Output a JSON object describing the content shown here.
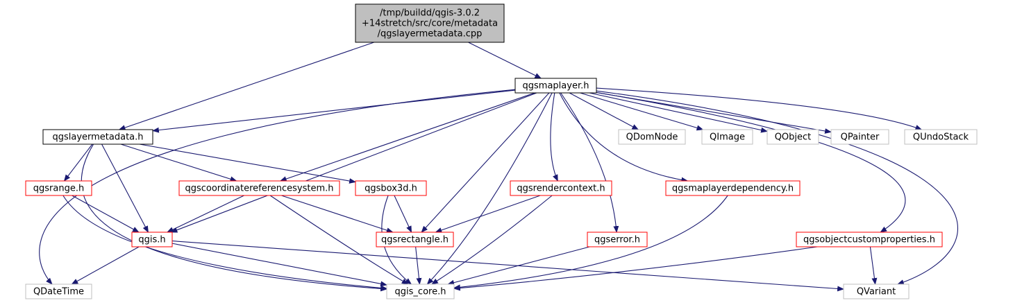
{
  "colors": {
    "edge": "#191970",
    "root_fill": "#bfbfbf",
    "root_stroke": "#000000",
    "black_stroke": "#000000",
    "red_stroke": "#ff0000",
    "gray_stroke": "#bfbfbf",
    "text": "#000000",
    "gray_text": "#000000"
  },
  "nodes": [
    {
      "id": "root",
      "style": "root",
      "lines": [
        "/tmp/buildd/qgis-3.0.2",
        "+14stretch/src/core/metadata",
        "/qgslayermetadata.cpp"
      ]
    },
    {
      "id": "qgsmaplayer",
      "style": "black",
      "lines": [
        "qgsmaplayer.h"
      ]
    },
    {
      "id": "qgslayermetadata",
      "style": "black",
      "lines": [
        "qgslayermetadata.h"
      ]
    },
    {
      "id": "qdomnode",
      "style": "gray",
      "lines": [
        "QDomNode"
      ]
    },
    {
      "id": "qimage",
      "style": "gray",
      "lines": [
        "QImage"
      ]
    },
    {
      "id": "qobject",
      "style": "gray",
      "lines": [
        "QObject"
      ]
    },
    {
      "id": "qpainter",
      "style": "gray",
      "lines": [
        "QPainter"
      ]
    },
    {
      "id": "qundostack",
      "style": "gray",
      "lines": [
        "QUndoStack"
      ]
    },
    {
      "id": "qgsrange",
      "style": "red",
      "lines": [
        "qgsrange.h"
      ]
    },
    {
      "id": "qgscrs",
      "style": "red",
      "lines": [
        "qgscoordinatereferencesystem.h"
      ]
    },
    {
      "id": "qgsbox3d",
      "style": "red",
      "lines": [
        "qgsbox3d.h"
      ]
    },
    {
      "id": "qgsrendercontext",
      "style": "red",
      "lines": [
        "qgsrendercontext.h"
      ]
    },
    {
      "id": "qgsmaplayerdependency",
      "style": "red",
      "lines": [
        "qgsmaplayerdependency.h"
      ]
    },
    {
      "id": "qgis",
      "style": "red",
      "lines": [
        "qgis.h"
      ]
    },
    {
      "id": "qgsrectangle",
      "style": "red",
      "lines": [
        "qgsrectangle.h"
      ]
    },
    {
      "id": "qgserror",
      "style": "red",
      "lines": [
        "qgserror.h"
      ]
    },
    {
      "id": "qgsobjectcustomproperties",
      "style": "red",
      "lines": [
        "qgsobjectcustomproperties.h"
      ]
    },
    {
      "id": "qdatetime",
      "style": "gray",
      "lines": [
        "QDateTime"
      ]
    },
    {
      "id": "qgis_core",
      "style": "gray",
      "lines": [
        "qgis_core.h"
      ]
    },
    {
      "id": "qvariant",
      "style": "gray",
      "lines": [
        "QVariant"
      ]
    }
  ],
  "edges": [
    [
      "root",
      "qgsmaplayer"
    ],
    [
      "root",
      "qgslayermetadata"
    ],
    [
      "qgsmaplayer",
      "qgslayermetadata"
    ],
    [
      "qgsmaplayer",
      "qdomnode"
    ],
    [
      "qgsmaplayer",
      "qimage"
    ],
    [
      "qgsmaplayer",
      "qobject"
    ],
    [
      "qgsmaplayer",
      "qpainter"
    ],
    [
      "qgsmaplayer",
      "qundostack"
    ],
    [
      "qgsmaplayer",
      "qgscrs"
    ],
    [
      "qgsmaplayer",
      "qgis"
    ],
    [
      "qgsmaplayer",
      "qgsrectangle"
    ],
    [
      "qgsmaplayer",
      "qgsrendercontext"
    ],
    [
      "qgsmaplayer",
      "qgsmaplayerdependency"
    ],
    [
      "qgsmaplayer",
      "qgserror"
    ],
    [
      "qgsmaplayer",
      "qgsobjectcustomproperties"
    ],
    [
      "qgsmaplayer",
      "qgis_core"
    ],
    [
      "qgsmaplayer",
      "qdatetime"
    ],
    [
      "qgsmaplayer",
      "qvariant"
    ],
    [
      "qgslayermetadata",
      "qgsrange"
    ],
    [
      "qgslayermetadata",
      "qgscrs"
    ],
    [
      "qgslayermetadata",
      "qgsbox3d"
    ],
    [
      "qgslayermetadata",
      "qgis"
    ],
    [
      "qgslayermetadata",
      "qgis_core"
    ],
    [
      "qgsrange",
      "qgis"
    ],
    [
      "qgsrange",
      "qgis_core"
    ],
    [
      "qgscrs",
      "qgis"
    ],
    [
      "qgscrs",
      "qgsrectangle"
    ],
    [
      "qgscrs",
      "qgis_core"
    ],
    [
      "qgsbox3d",
      "qgsrectangle"
    ],
    [
      "qgsbox3d",
      "qgis_core"
    ],
    [
      "qgsrendercontext",
      "qgsrectangle"
    ],
    [
      "qgsrendercontext",
      "qgis_core"
    ],
    [
      "qgsmaplayerdependency",
      "qgis_core"
    ],
    [
      "qgis",
      "qdatetime"
    ],
    [
      "qgis",
      "qgis_core"
    ],
    [
      "qgis",
      "qvariant"
    ],
    [
      "qgsrectangle",
      "qgis_core"
    ],
    [
      "qgserror",
      "qgis_core"
    ],
    [
      "qgsobjectcustomproperties",
      "qgis_core"
    ],
    [
      "qgsobjectcustomproperties",
      "qvariant"
    ]
  ]
}
